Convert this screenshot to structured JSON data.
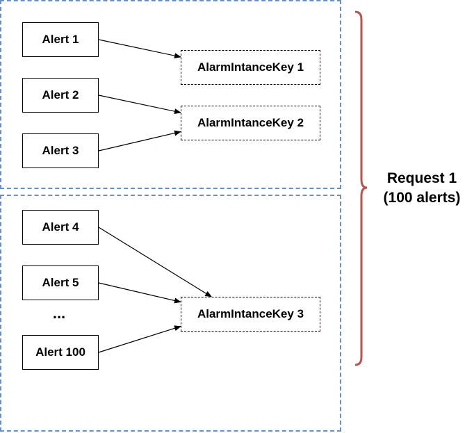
{
  "alerts": [
    {
      "id": "a1",
      "label": "Alert 1"
    },
    {
      "id": "a2",
      "label": "Alert 2"
    },
    {
      "id": "a3",
      "label": "Alert 3"
    },
    {
      "id": "a4",
      "label": "Alert 4"
    },
    {
      "id": "a5",
      "label": "Alert 5"
    },
    {
      "id": "a100",
      "label": "Alert 100"
    }
  ],
  "keys": [
    {
      "id": "k1",
      "label": "AlarmIntanceKey 1"
    },
    {
      "id": "k2",
      "label": "AlarmIntanceKey 2"
    },
    {
      "id": "k3",
      "label": "AlarmIntanceKey 3"
    }
  ],
  "edges": [
    {
      "from": "a1",
      "to": "k1"
    },
    {
      "from": "a2",
      "to": "k2"
    },
    {
      "from": "a3",
      "to": "k2"
    },
    {
      "from": "a4",
      "to": "k3"
    },
    {
      "from": "a5",
      "to": "k3"
    },
    {
      "from": "a100",
      "to": "k3"
    }
  ],
  "ellipsis": "...",
  "request": {
    "line1": "Request 1",
    "line2": "(100 alerts)"
  },
  "colors": {
    "group_border": "#6c8ebf",
    "brace": "#b85450",
    "edge": "#000000"
  }
}
